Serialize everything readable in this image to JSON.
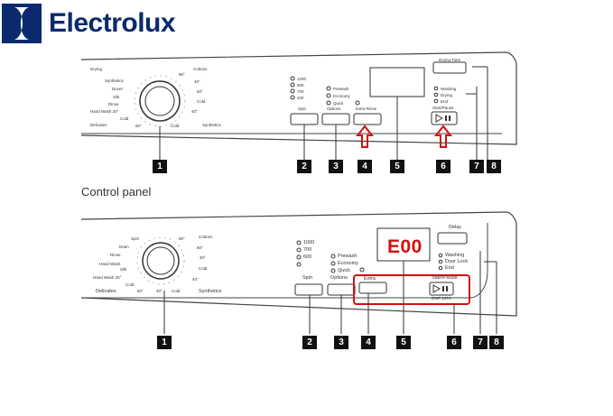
{
  "brand": {
    "name": "Electrolux"
  },
  "caption": "Control panel",
  "error_code": "E00",
  "top_panel": {
    "dial_labels": [
      "Drying",
      "Cottons",
      "Synthetics",
      "Duvet",
      "Silk",
      "Rinse",
      "Hand Wash 20°",
      "Cold",
      "Delicates",
      "Synthetics",
      "40°",
      "60°",
      "90°",
      "Cold",
      "40°",
      "60°",
      "Cold"
    ],
    "spin_options": [
      "1200",
      "900",
      "700",
      "400"
    ],
    "spin_label": "Spin",
    "wash_options": [
      "Prewash",
      "Economy",
      "Quick"
    ],
    "options_label": "Options",
    "extra_label": "Extra Rinse",
    "drying_label": "Drying Time",
    "status_labels": [
      "Washing",
      "Drying",
      "End"
    ],
    "start_label": "Start/Pause"
  },
  "bottom_panel": {
    "dial_labels": [
      "Spin",
      "Drain",
      "Rinse",
      "Hand Wash",
      "Silk",
      "Hand Wash 20°",
      "Cold",
      "Delicates",
      "Cottons",
      "90°",
      "60°",
      "40°",
      "Cold",
      "40°",
      "Cold",
      "Synthetics",
      "60°",
      "40°"
    ],
    "spin_options": [
      "1000",
      "700",
      "600"
    ],
    "spin_label": "Spin",
    "wash_options": [
      "Prewash",
      "Economy",
      "Quick"
    ],
    "options_label": "Options",
    "extra_label": "Extra",
    "delay_label": "Delay",
    "status_labels": [
      "Washing",
      "Door Lock",
      "End"
    ],
    "start_label": "Start/Pause",
    "model": "EWF 1074"
  },
  "callouts_top": [
    "1",
    "2",
    "3",
    "4",
    "5",
    "6",
    "7",
    "8"
  ],
  "callouts_bottom": [
    "1",
    "2",
    "3",
    "4",
    "5",
    "6",
    "7",
    "8"
  ],
  "colors": {
    "brand": "#0b2a6e",
    "highlight": "#d60f0f",
    "callout": "#111111"
  }
}
